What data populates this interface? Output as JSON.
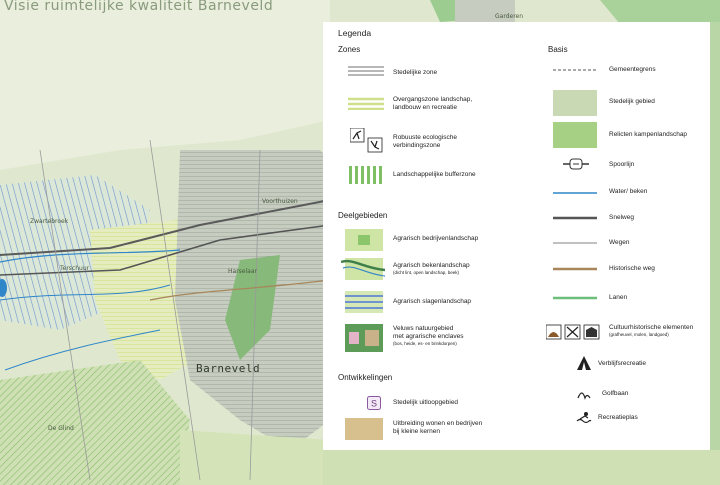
{
  "title": "Visie ruimtelijke kwaliteit Barneveld",
  "map_labels": {
    "town": "Barneveld",
    "garderen": "Garderen",
    "zwartebroek": "Zwartebroek",
    "terschuur": "Terschuur",
    "voorthuizen": "Voorthuizen",
    "harselaar": "Harselaar",
    "de_glind": "De Glind"
  },
  "legend": {
    "title": "Legenda",
    "zones": {
      "heading": "Zones",
      "items": [
        "Stedelijke zone",
        "Overgangszone landschap,",
        "landbouw en recreatie",
        "Robuuste ecologische",
        "verbindingszone",
        "Landschappelijke bufferzone"
      ]
    },
    "deelgebieden": {
      "heading": "Deelgebieden",
      "items": [
        "Agrarisch bedrijvenlandschap",
        "Agrarisch bekenlandschap",
        "(dicht lint, open landschap, beek)",
        "Agrarisch slagenlandschap",
        "Veluws natuurgebied",
        "met agrarische enclaves",
        "(bos, heide, es- en brinkdorpen)"
      ]
    },
    "ontwikkelingen": {
      "heading": "Ontwikkelingen",
      "items": [
        "Stedelijk uitloopgebied",
        "Uitbreiding wonen en bedrijven",
        "bij kleine kernen"
      ]
    },
    "basis": {
      "heading": "Basis",
      "items": [
        "Gemeentegrens",
        "Stedelijk gebied",
        "Relicten kampenlandschap",
        "Spoorlijn",
        "Water/ beken",
        "Snelweg",
        "Wegen",
        "Historische weg",
        "Lanen",
        "Cultuurhistorische elementen",
        "(grafheuvel, molen, landgoed)",
        "Verblijfsrecreatie",
        "Golfbaan",
        "Recreatieplas"
      ]
    }
  },
  "colors": {
    "map_bg": "#dfe8cf",
    "transition_zone": "#cfe08a",
    "urban": "#9aa49a",
    "nature_green": "#7fb97a",
    "water": "#2f86c8",
    "relict": "#b5d99a",
    "expansion": "#d8bf8e"
  }
}
